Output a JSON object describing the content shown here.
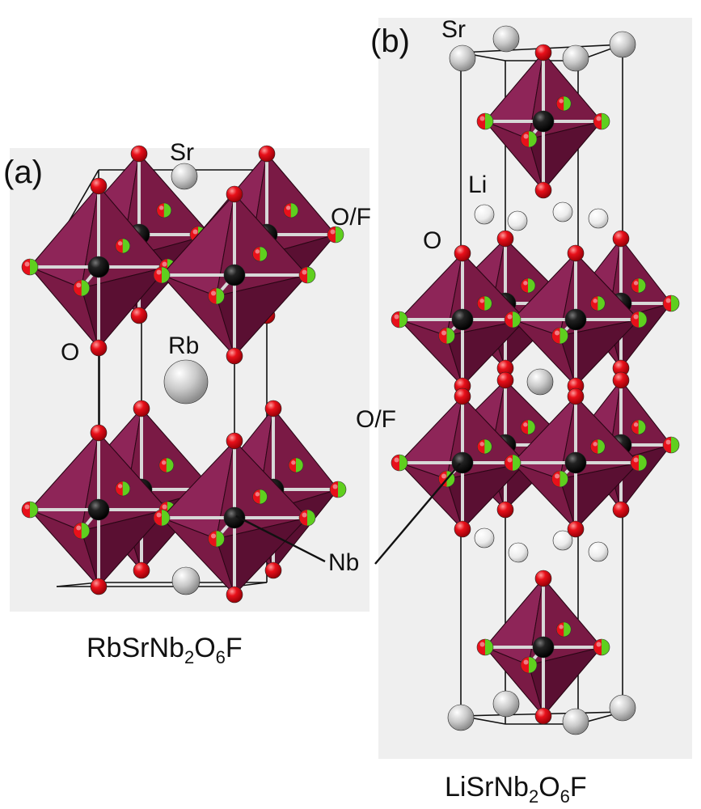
{
  "panels": [
    {
      "id": "a",
      "panel_label": "(a)",
      "formula": {
        "parts": [
          "RbSrNb",
          "2",
          "O",
          "6",
          "F"
        ]
      },
      "atom_labels": {
        "sr": "Sr",
        "of": "O/F",
        "o": "O",
        "rb": "Rb",
        "nb": "Nb"
      }
    },
    {
      "id": "b",
      "panel_label": "(b)",
      "formula": {
        "parts": [
          "LiSrNb",
          "2",
          "O",
          "6",
          "F"
        ]
      },
      "atom_labels": {
        "sr": "Sr",
        "li": "Li",
        "o": "O",
        "of": "O/F"
      }
    }
  ],
  "colors": {
    "octahedron": "#7a1a45",
    "nb_atom": "#111111",
    "o_atom": "#e8101a",
    "f_atom": "#5fcf1e",
    "sr_atom": "#c8c8c8",
    "rb_atom": "#d2d2d2",
    "li_atom": "#f2f2f2",
    "panel_background": "#efefef"
  }
}
